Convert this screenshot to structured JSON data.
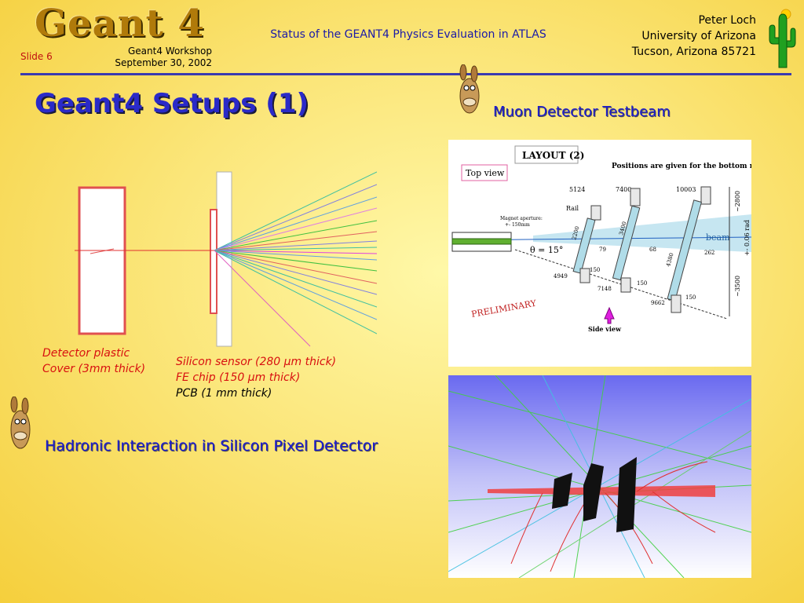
{
  "header": {
    "logo_text": "Geant 4",
    "slide_label": "Slide 6",
    "workshop_line1": "Geant4 Workshop",
    "workshop_line2": "September 30, 2002",
    "title": "Status of the GEANT4 Physics Evaluation in ATLAS",
    "author_name": "Peter Loch",
    "author_affiliation": "University of Arizona",
    "author_location": "Tucson, Arizona 85721"
  },
  "main": {
    "page_title": "Geant4 Setups (1)",
    "muon_title": "Muon Detector Testbeam",
    "hadronic_title": "Hadronic Interaction in Silicon Pixel Detector",
    "cover_caption_line1": "Detector plastic",
    "cover_caption_line2": "Cover (3mm thick)",
    "sensor_caption_line1": "Silicon sensor (280 µm thick)",
    "sensor_caption_line2": "FE chip (150 µm thick)",
    "sensor_caption_line3": "PCB (1 mm thick)"
  },
  "layout_diagram": {
    "title": "LAYOUT (2)",
    "subtitle": "Positions are given for the bottom rails",
    "top_view": "Top view",
    "dims_top": [
      "5124",
      "7400",
      "10003"
    ],
    "dim_right_top": "~2800",
    "dim_right_bottom": "~3500",
    "dim_right_mid": "+- 0.06 rad",
    "rail_label": "Rail",
    "magnet_label_line1": "Magnet aperture:",
    "magnet_label_line2": "+- 150mm",
    "angle_label": "θ = 15°",
    "beam_label": "beam",
    "chamber_heights": [
      "2200",
      "3400",
      "4380"
    ],
    "offsets": [
      "79",
      "68",
      "262"
    ],
    "bottom_dims": [
      "150",
      "150",
      "150"
    ],
    "positions": [
      "4949",
      "7148",
      "9662"
    ],
    "preliminary": "PRELIMINARY",
    "side_view": "Side view"
  },
  "colors": {
    "title_blue": "#2a2ac8",
    "caption_red": "#d81010",
    "rule": "#3a3ab0"
  }
}
